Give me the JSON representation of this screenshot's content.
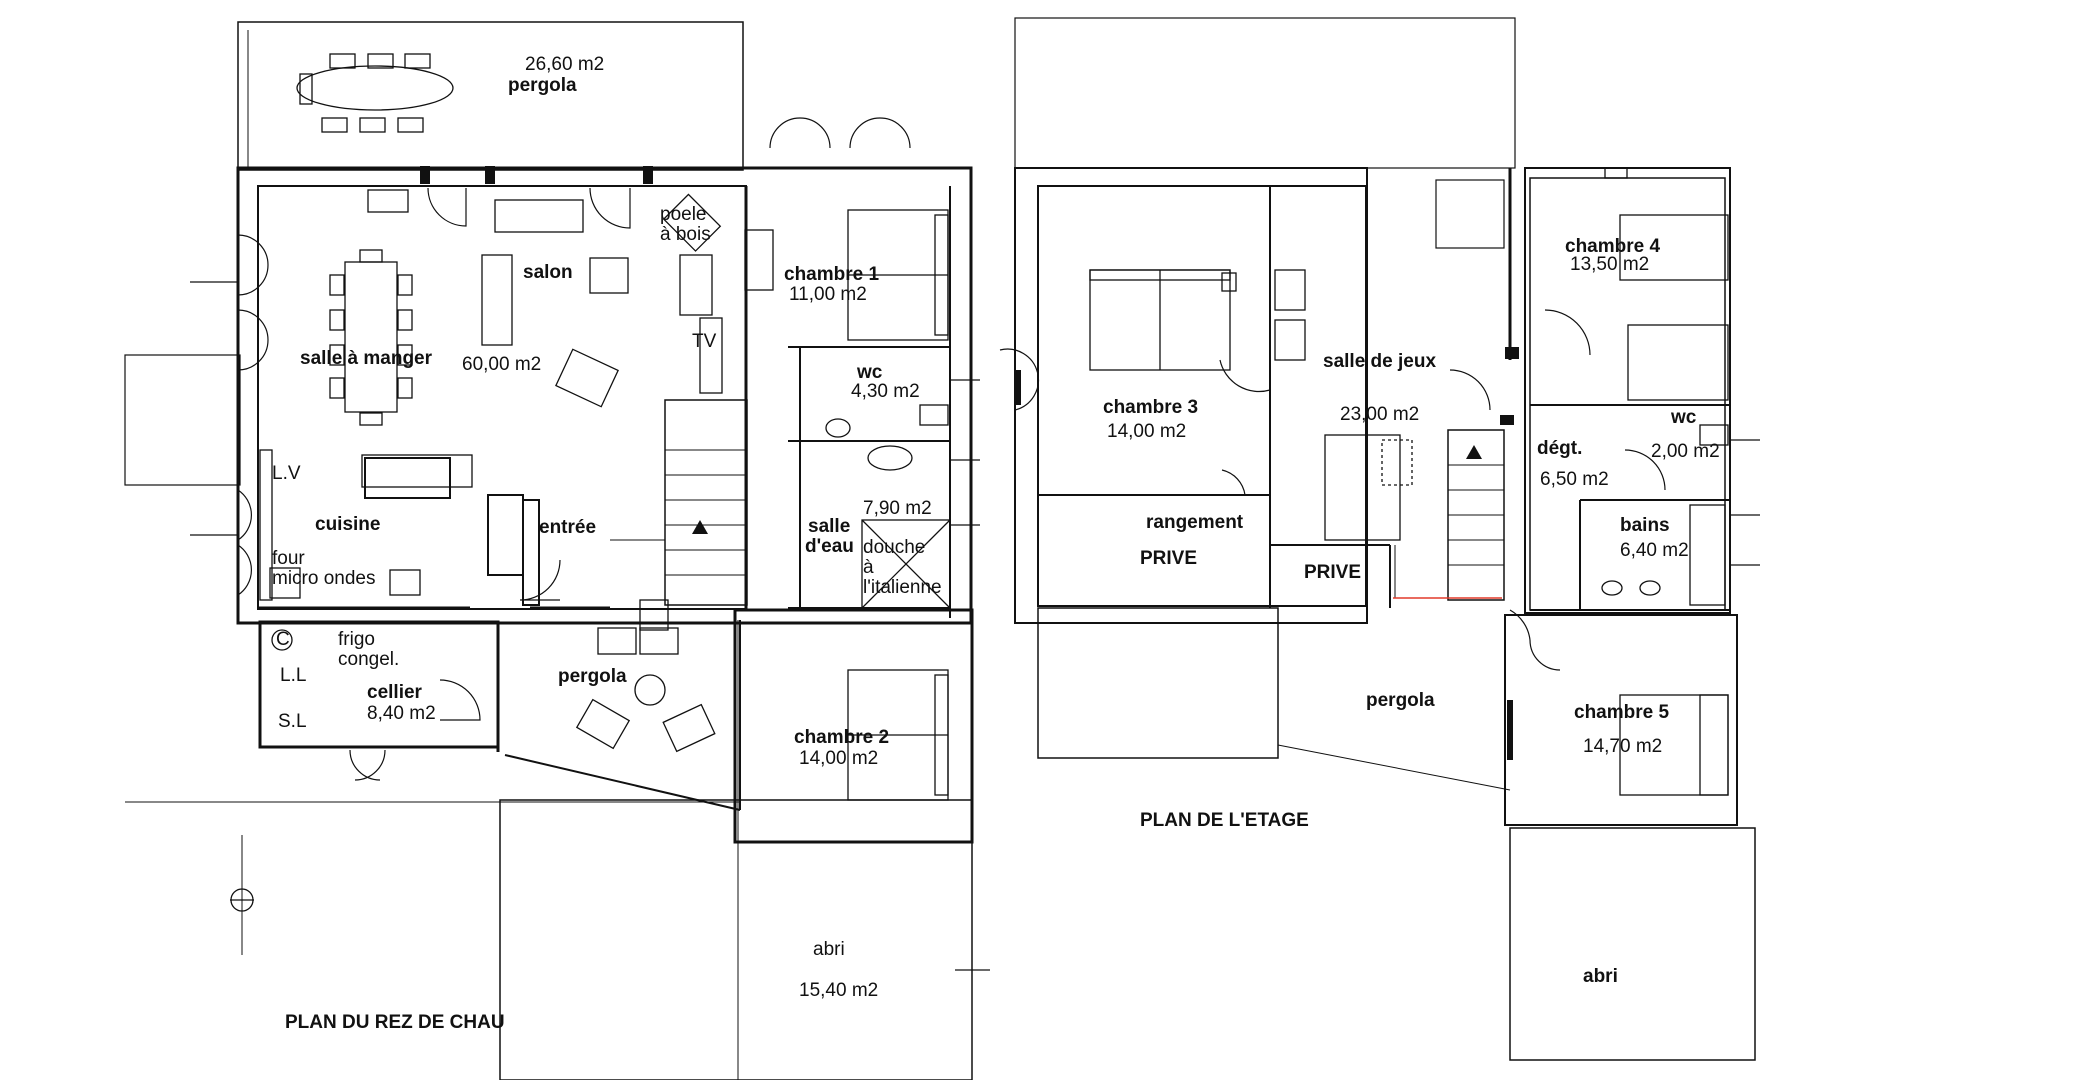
{
  "ground_floor": {
    "title": "PLAN DU REZ DE CHAU",
    "pergola_top": {
      "area": "26,60 m2",
      "name": "pergola"
    },
    "poele": [
      "poele",
      "à bois"
    ],
    "salon": "salon",
    "salle_a_manger": "salle à manger",
    "living_area": "60,00 m2",
    "tv": "TV",
    "chambre1": {
      "name": "chambre 1",
      "area": "11,00 m2"
    },
    "wc": {
      "name": "wc",
      "area": "4,30 m2"
    },
    "salle_eau": {
      "name": [
        "salle",
        "d'eau"
      ],
      "area": "7,90 m2"
    },
    "douche": [
      "douche",
      "à",
      "l'italienne"
    ],
    "lv": "L.V",
    "cuisine": "cuisine",
    "four": [
      "four",
      "micro ondes"
    ],
    "entree": "entrée",
    "c": "C",
    "frigo": [
      "frigo",
      "congel."
    ],
    "ll": "L.L",
    "sl": "S.L",
    "cellier": {
      "name": "cellier",
      "area": "8,40 m2"
    },
    "pergola_mid": "pergola",
    "chambre2": {
      "name": "chambre 2",
      "area": "14,00 m2"
    },
    "abri": {
      "name": "abri",
      "area": "15,40 m2"
    }
  },
  "upper_floor": {
    "title": "PLAN DE L'ETAGE",
    "chambre3": {
      "name": "chambre 3",
      "area": "14,00 m2"
    },
    "rangement": "rangement",
    "prive1": "PRIVE",
    "salle_jeux": {
      "name": "salle de jeux",
      "area": "23,00 m2"
    },
    "prive2": "PRIVE",
    "chambre4": {
      "name": "chambre 4",
      "area": "13,50 m2"
    },
    "wc": {
      "name": "wc",
      "area": "2,00 m2"
    },
    "degt": {
      "name": "dégt.",
      "area": "6,50 m2"
    },
    "bains": {
      "name": "bains",
      "area": "6,40 m2"
    },
    "pergola": "pergola",
    "chambre5": {
      "name": "chambre 5",
      "area": "14,70 m2"
    },
    "abri": "abri"
  }
}
